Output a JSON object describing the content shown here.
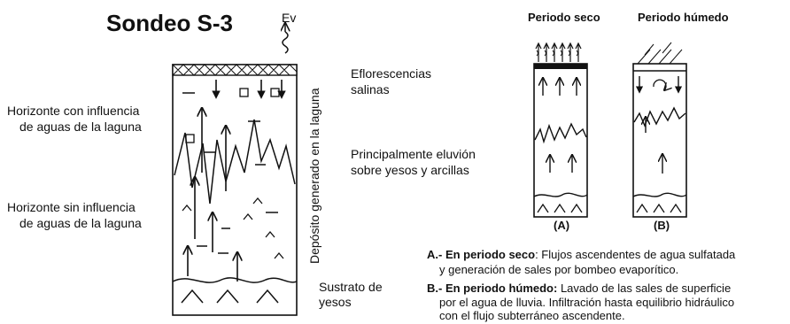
{
  "title": "Sondeo S-3",
  "ev_label": "Ev",
  "left_labels": {
    "with_influence": [
      "Horizonte con influencia",
      "de aguas de la laguna"
    ],
    "without_influence": [
      "Horizonte sin influencia",
      "de aguas de la laguna"
    ]
  },
  "vertical_label": "Depósito generado en la laguna",
  "right_labels": {
    "efflorescence": [
      "Eflorescencias",
      "salinas"
    ],
    "eluviation": [
      "Principalmente eluvión",
      "sobre yesos y arcillas"
    ],
    "substrate": [
      "Sustrato de",
      "yesos"
    ]
  },
  "period_headers": {
    "dry": "Periodo seco",
    "wet": "Periodo húmedo"
  },
  "panel_captions": {
    "a": "(A)",
    "b": "(B)"
  },
  "notes": {
    "a": {
      "prefix": "A.- En periodo seco",
      "lines": [
        ": Flujos ascendentes de agua sulfatada",
        "y generación de sales por bombeo evaporítico."
      ]
    },
    "b": {
      "prefix": "B.- En periodo húmedo:",
      "lines": [
        " Lavado de las sales de superficie",
        "por el agua de lluvia. Infiltración hasta equilibrio hidráulico",
        "con el flujo subterráneo ascendente."
      ]
    }
  }
}
